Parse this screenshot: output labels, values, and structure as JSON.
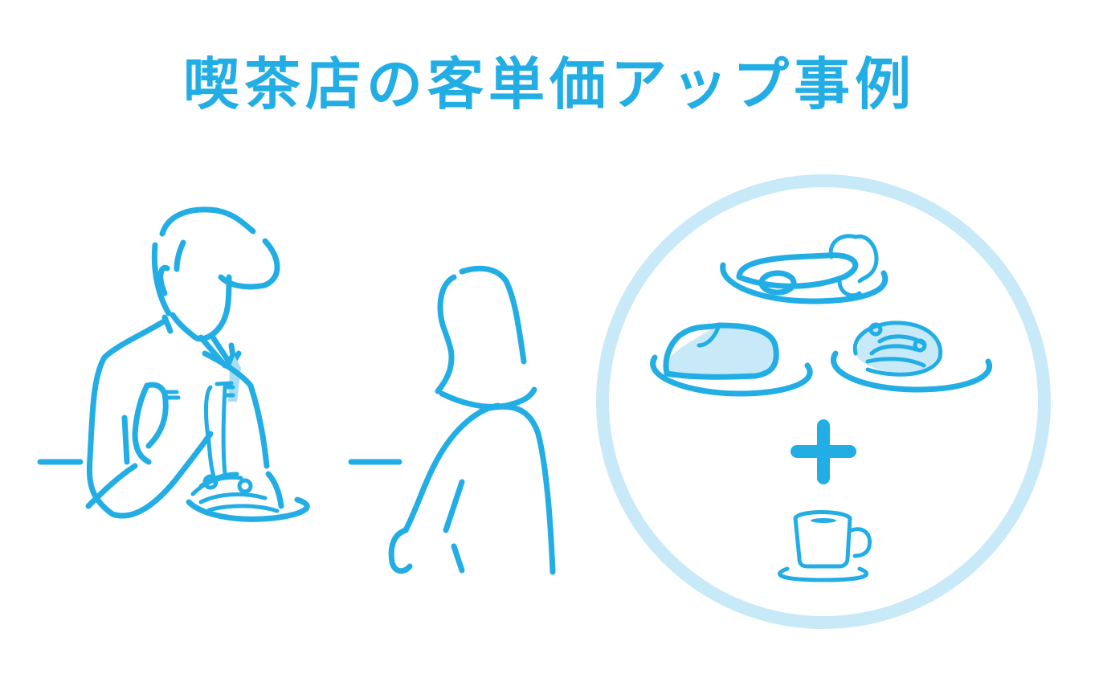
{
  "title": "喫茶店の客単価アップ事例",
  "colors": {
    "primary": "#22aee4",
    "light": "#c8e9f8",
    "fill": "#a8def5"
  },
  "illustration": {
    "left": "man-eating-pasta-with-woman",
    "right_circle": [
      "omelette-plate",
      "curry-rice-plate",
      "pasta-plate",
      "plus",
      "coffee-cup"
    ]
  }
}
